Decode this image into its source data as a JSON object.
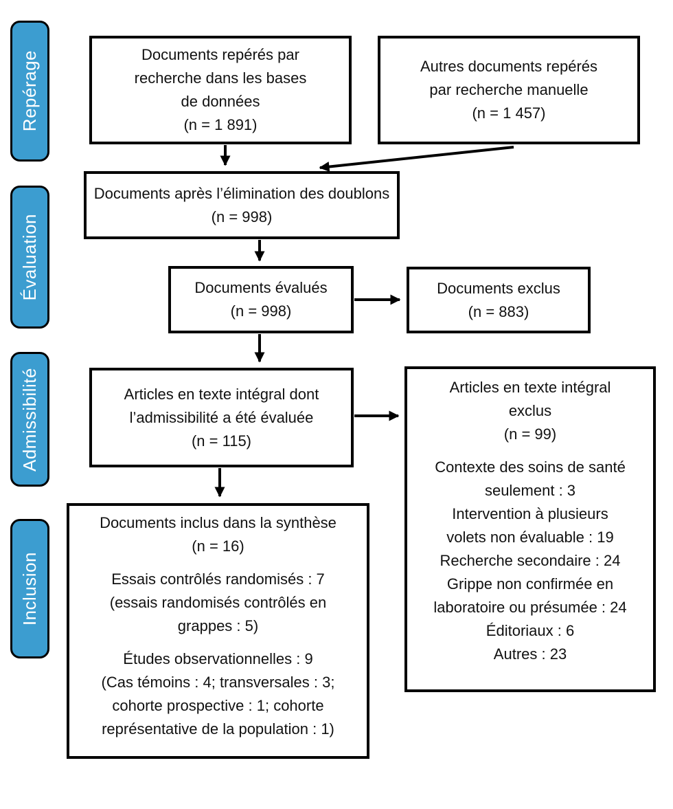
{
  "colors": {
    "background": "#ffffff",
    "stage_fill": "#3c9dd0",
    "stage_border": "#000000",
    "stage_text": "#ffffff",
    "box_border": "#000000",
    "box_text": "#111111",
    "arrow": "#000000"
  },
  "stages": [
    {
      "label": "Repérage"
    },
    {
      "label": "Évaluation"
    },
    {
      "label": "Admissibilité"
    },
    {
      "label": "Inclusion"
    }
  ],
  "boxes": {
    "identified_databases": {
      "text": "Documents repérés par\nrecherche dans les bases\nde données\n(n = 1 891)"
    },
    "identified_manual": {
      "text": "Autres documents repérés\npar recherche manuelle\n(n = 1 457)"
    },
    "after_duplicates": {
      "text": "Documents après l’élimination des doublons\n(n = 998)"
    },
    "screened": {
      "text": "Documents évalués\n(n = 998)"
    },
    "excluded": {
      "text": "Documents exclus\n(n = 883)"
    },
    "fulltext_assessed": {
      "text": "Articles en texte intégral dont\nl’admissibilité a été évaluée\n(n = 115)"
    },
    "fulltext_excluded": {
      "title": "Articles en texte intégral\nexclus\n(n = 99)",
      "reasons": "Contexte des soins de santé\nseulement : 3\nIntervention à plusieurs\nvolets non évaluable : 19\nRecherche secondaire : 24\nGrippe non confirmée en\nlaboratoire ou présumée : 24\nÉditoriaux : 6\nAutres : 23"
    },
    "included": {
      "title": "Documents inclus dans la synthèse\n(n = 16)",
      "trials": "Essais contrôlés randomisés : 7\n(essais randomisés contrôlés en\ngrappes : 5)",
      "observational": "Études observationnelles : 9\n(Cas témoins : 4; transversales : 3;\ncohorte prospective : 1; cohorte\nreprésentative de la population : 1)"
    }
  }
}
